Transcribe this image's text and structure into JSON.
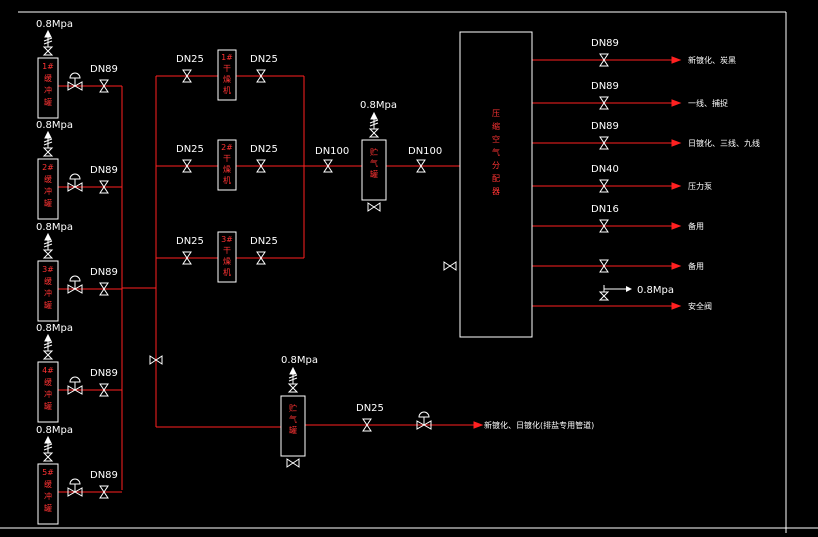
{
  "pressure": "0.8Mpa",
  "pressure_b": "0.8Mpa",
  "sizes": {
    "dn89": "DN89",
    "dn25": "DN25",
    "dn100": "DN100",
    "dn40": "DN40",
    "dn16": "DN16"
  },
  "buffer_tanks": [
    {
      "name": [
        "1#",
        "缓",
        "冲",
        "罐"
      ]
    },
    {
      "name": [
        "2#",
        "缓",
        "冲",
        "罐"
      ]
    },
    {
      "name": [
        "3#",
        "缓",
        "冲",
        "罐"
      ]
    },
    {
      "name": [
        "4#",
        "缓",
        "冲",
        "罐"
      ]
    },
    {
      "name": [
        "5#",
        "缓",
        "冲",
        "罐"
      ]
    }
  ],
  "dryers": [
    {
      "name": [
        "1#",
        "干",
        "燥",
        "机"
      ]
    },
    {
      "name": [
        "2#",
        "干",
        "燥",
        "机"
      ]
    },
    {
      "name": [
        "3#",
        "干",
        "燥",
        "机"
      ]
    }
  ],
  "storage_tank": [
    "贮",
    "气",
    "罐"
  ],
  "distributor": [
    "压",
    "缩",
    "空",
    "气",
    "分",
    "配",
    "器"
  ],
  "outlets": [
    {
      "size": "DN89",
      "label": "新镀化、炭黑"
    },
    {
      "size": "DN89",
      "label": "一线、捕捉"
    },
    {
      "size": "DN89",
      "label": "日镀化、三线、九线"
    },
    {
      "size": "DN40",
      "label": "压力泵"
    },
    {
      "size": "DN16",
      "label": "备用"
    },
    {
      "size": "",
      "label": "备用"
    },
    {
      "size": "",
      "label": "安全阀"
    }
  ],
  "bottom_outlet_label": "新镀化、日镀化(排盐专用管道)",
  "colors": {
    "line": "#ff2020",
    "symbol": "#ffffff",
    "text_red": "#ff3333"
  }
}
